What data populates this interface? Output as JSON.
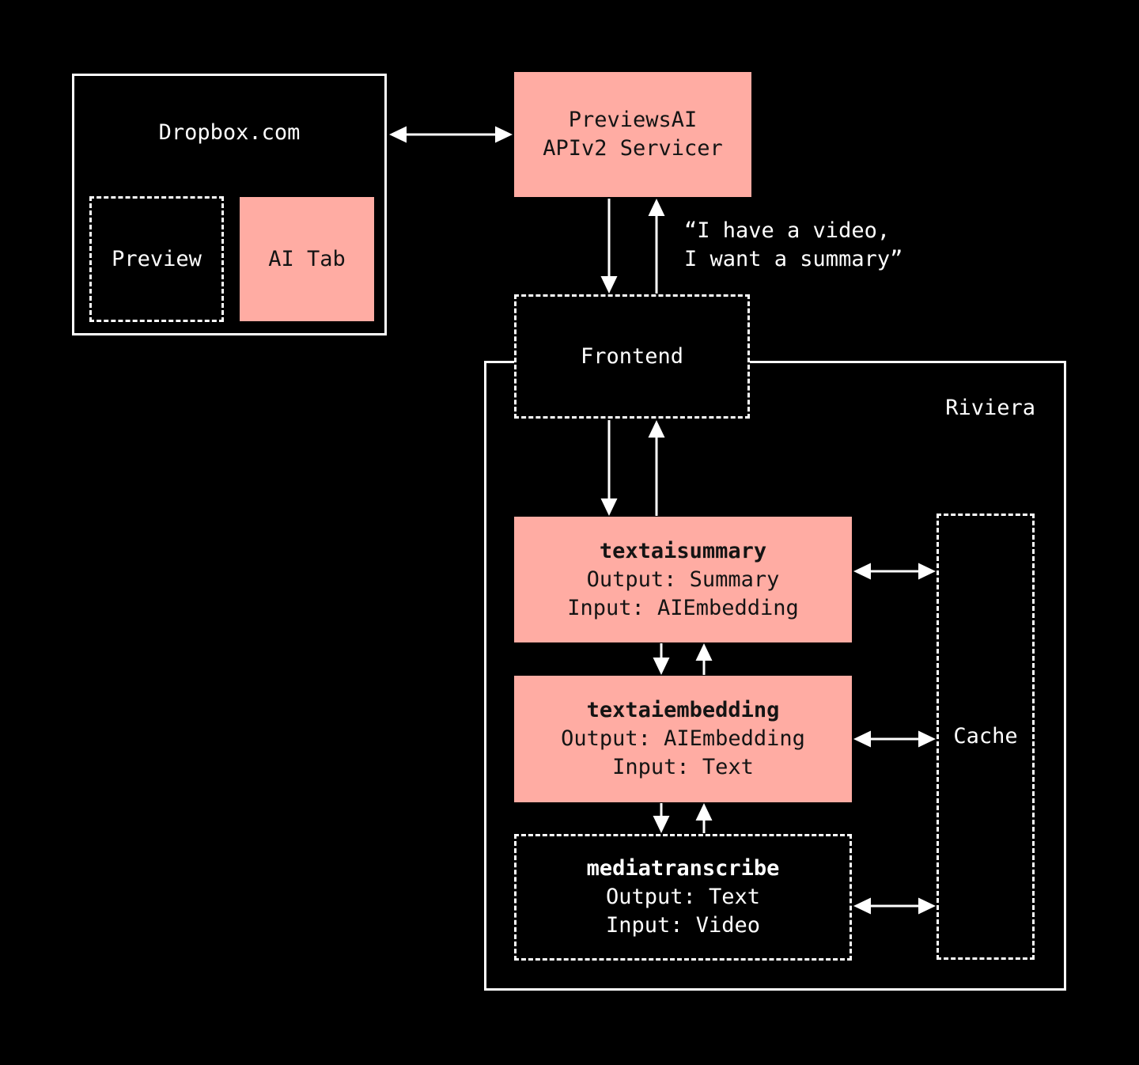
{
  "colors": {
    "background": "#000000",
    "accent_pink": "#ffaca3",
    "line_white": "#ffffff",
    "text_dark": "#141414"
  },
  "dropbox": {
    "title": "Dropbox.com",
    "preview_label": "Preview",
    "ai_tab_label": "AI Tab"
  },
  "previews_ai": {
    "line1": "PreviewsAI",
    "line2": "APIv2 Servicer"
  },
  "quote": {
    "line1": "“I have a video,",
    "line2": "I want a summary”"
  },
  "frontend": {
    "label": "Frontend"
  },
  "riviera": {
    "label": "Riviera"
  },
  "services": [
    {
      "name": "textaisummary",
      "output": "Output: Summary",
      "input": "Input: AIEmbedding"
    },
    {
      "name": "textaiembedding",
      "output": "Output: AIEmbedding",
      "input": "Input: Text"
    },
    {
      "name": "mediatranscribe",
      "output": "Output: Text",
      "input": "Input: Video"
    }
  ],
  "cache": {
    "label": "Cache"
  }
}
